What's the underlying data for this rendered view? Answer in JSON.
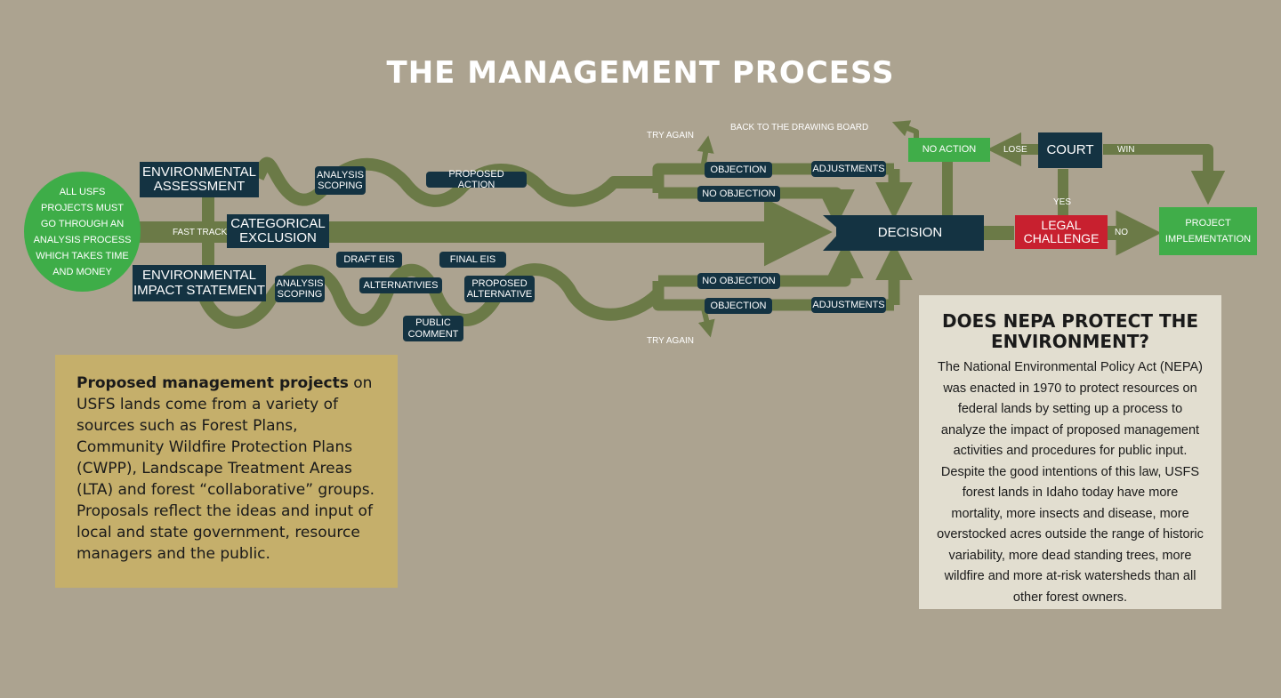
{
  "title": "THE MANAGEMENT PROCESS",
  "start": "ALL USFS PROJECTS MUST GO THROUGH AN ANALYSIS PROCESS WHICH TAKES TIME AND MONEY",
  "nodes": {
    "ea": "ENVIRONMENTAL ASSESSMENT",
    "ce": "CATEGORICAL EXCLUSION",
    "eis": "ENVIRONMENTAL IMPACT STATEMENT",
    "ea_scoping": "ANALYSIS SCOPING",
    "proposed_action": "PROPOSED ACTION",
    "eis_scoping": "ANALYSIS SCOPING",
    "draft_eis": "DRAFT EIS",
    "alternatives": "ALTERNATIVIES",
    "final_eis": "FINAL EIS",
    "proposed_alternative": "PROPOSED ALTERNATIVE",
    "public_comment": "PUBLIC COMMENT",
    "objection_top": "OBJECTION",
    "no_objection_top": "NO OBJECTION",
    "adjustments_top": "ADJUSTMENTS",
    "no_objection_bottom": "NO OBJECTION",
    "objection_bottom": "OBJECTION",
    "adjustments_bottom": "ADJUSTMENTS",
    "decision": "DECISION",
    "legal_challenge": "LEGAL CHALLENGE",
    "court": "COURT",
    "no_action": "NO ACTION",
    "project_implementation": "PROJECT IMPLEMENTATION"
  },
  "labels": {
    "fast_track": "FAST TRACK",
    "try_again_top": "TRY AGAIN",
    "try_again_bottom": "TRY AGAIN",
    "back_to_drawing_board": "BACK TO THE DRAWING BOARD",
    "lose": "LOSE",
    "win": "WIN",
    "yes": "YES",
    "no": "NO"
  },
  "info": {
    "lead": "Proposed management projects",
    "body": " on USFS lands come from a variety of sources such as Forest Plans, Community Wildfire Protection Plans (CWPP), Landscape Treatment Areas (LTA) and forest “collaborative” groups. Proposals reflect the ideas and input of local and state government, resource managers and the public."
  },
  "nepa": {
    "heading": "DOES NEPA PROTECT THE ENVIRONMENT?",
    "body": "The National Environmental Policy Act (NEPA) was enacted in 1970 to protect resources on federal lands by setting up a process to analyze the impact of proposed management activities and procedures for public input. Despite the good intentions of this law, USFS forest lands in Idaho today have more mortality, more insects and disease, more overstocked acres outside the range of historic variability, more dead standing trees, more wildfire and more at-risk watersheds than all other forest owners."
  },
  "colors": {
    "background": "#aca390",
    "arrow": "#6b7a47",
    "node_dark": "#143342",
    "node_green": "#40ad49",
    "node_red": "#c8202f",
    "info_box": "#c5af6b",
    "nepa_box": "#e2ded0"
  }
}
